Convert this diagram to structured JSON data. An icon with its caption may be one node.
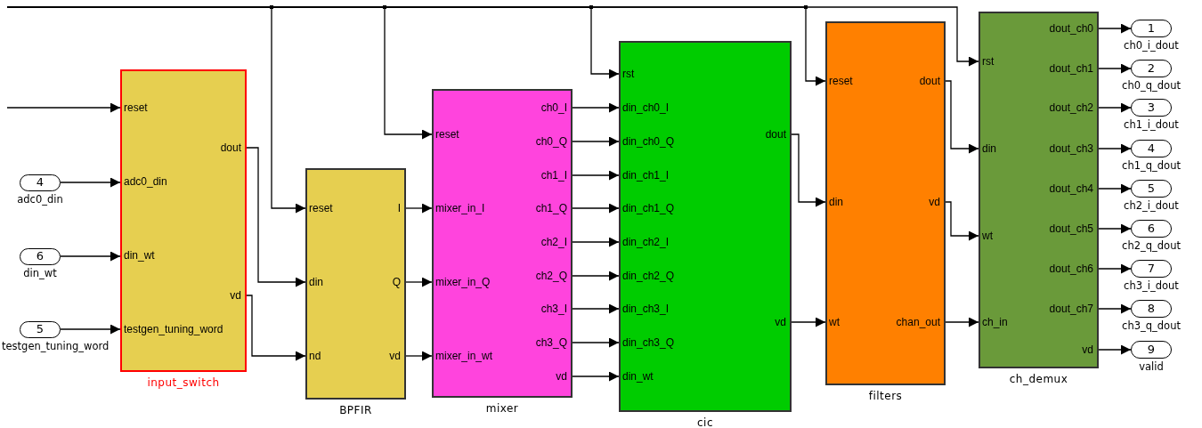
{
  "diagram": {
    "nodes": [
      {
        "text": [
          "4"
        ],
        "beside": [
          "adc0_din"
        ]
      },
      {
        "text": [
          "6"
        ],
        "beside": [
          "din_wt"
        ]
      },
      {
        "text": [
          "5"
        ],
        "beside": [
          "testgen_tuning_word"
        ]
      },
      {
        "text": [
          "reset",
          "adc0_din",
          "din_wt",
          "testgen_tuning_word",
          "dout",
          "vd",
          "input_switch"
        ]
      },
      {
        "text": [
          "reset",
          "din",
          "nd",
          "I",
          "Q",
          "vd",
          "BPFIR"
        ]
      },
      {
        "text": [
          "reset",
          "mixer_in_I",
          "mixer_in_Q",
          "mixer_in_wt",
          "ch0_I",
          "ch0_Q",
          "ch1_I",
          "ch1_Q",
          "ch2_I",
          "ch2_Q",
          "ch3_I",
          "ch3_Q",
          "vd",
          "mixer"
        ]
      },
      {
        "text": [
          "rst",
          "din_ch0_I",
          "din_ch0_Q",
          "din_ch1_I",
          "din_ch1_Q",
          "din_ch2_I",
          "din_ch2_Q",
          "din_ch3_I",
          "din_ch3_Q",
          "din_wt",
          "dout",
          "vd",
          "cic"
        ]
      },
      {
        "text": [
          "reset",
          "din",
          "wt",
          "dout",
          "vd",
          "chan_out",
          "filters"
        ]
      },
      {
        "text": [
          "rst",
          "din",
          "wt",
          "ch_in",
          "dout_ch0",
          "dout_ch1",
          "dout_ch2",
          "dout_ch3",
          "dout_ch4",
          "dout_ch5",
          "dout_ch6",
          "dout_ch7",
          "vd",
          "ch_demux"
        ]
      },
      {
        "text": [
          "1"
        ],
        "beside": [
          "ch0_i_dout"
        ]
      },
      {
        "text": [
          "2"
        ],
        "beside": [
          "ch0_q_dout"
        ]
      },
      {
        "text": [
          "3"
        ],
        "beside": [
          "ch1_i_dout"
        ]
      },
      {
        "text": [
          "4"
        ],
        "beside": [
          "ch1_q_dout"
        ]
      },
      {
        "text": [
          "5"
        ],
        "beside": [
          "ch2_i_dout"
        ]
      },
      {
        "text": [
          "6"
        ],
        "beside": [
          "ch2_q_dout"
        ]
      },
      {
        "text": [
          "7"
        ],
        "beside": [
          "ch3_i_dout"
        ]
      },
      {
        "text": [
          "8"
        ],
        "beside": [
          "ch3_q_dout"
        ]
      },
      {
        "text": [
          "9"
        ],
        "beside": [
          "valid"
        ]
      }
    ],
    "edges": [
      {
        "from": null,
        "to": 3,
        "arrow": "to"
      },
      {
        "from": 0,
        "to": 3,
        "arrow": "to"
      },
      {
        "from": 1,
        "to": 3,
        "arrow": "to"
      },
      {
        "from": 2,
        "to": 3,
        "arrow": "to"
      },
      {
        "from": 3,
        "to": 4,
        "arrow": "to"
      },
      {
        "from": 3,
        "to": 4,
        "arrow": "to"
      },
      {
        "from": null,
        "to": 4,
        "arrow": "to"
      },
      {
        "from": null,
        "to": 5,
        "arrow": "to"
      },
      {
        "from": null,
        "to": 6,
        "arrow": "to"
      },
      {
        "from": null,
        "to": 7,
        "arrow": "to"
      },
      {
        "from": null,
        "to": 8,
        "arrow": "to"
      },
      {
        "from": 4,
        "to": 5,
        "arrow": "to"
      },
      {
        "from": 4,
        "to": 5,
        "arrow": "to"
      },
      {
        "from": 4,
        "to": 5,
        "arrow": "to"
      },
      {
        "from": 5,
        "to": 6,
        "arrow": "to"
      },
      {
        "from": 5,
        "to": 6,
        "arrow": "to"
      },
      {
        "from": 5,
        "to": 6,
        "arrow": "to"
      },
      {
        "from": 5,
        "to": 6,
        "arrow": "to"
      },
      {
        "from": 5,
        "to": 6,
        "arrow": "to"
      },
      {
        "from": 5,
        "to": 6,
        "arrow": "to"
      },
      {
        "from": 5,
        "to": 6,
        "arrow": "to"
      },
      {
        "from": 5,
        "to": 6,
        "arrow": "to"
      },
      {
        "from": 5,
        "to": 6,
        "arrow": "to"
      },
      {
        "from": 6,
        "to": 7,
        "arrow": "to"
      },
      {
        "from": 6,
        "to": 7,
        "arrow": "to"
      },
      {
        "from": 7,
        "to": 8,
        "arrow": "to"
      },
      {
        "from": 7,
        "to": 8,
        "arrow": "to"
      },
      {
        "from": 7,
        "to": 8,
        "arrow": "to"
      },
      {
        "from": 8,
        "to": 9,
        "arrow": "to"
      },
      {
        "from": 8,
        "to": 10,
        "arrow": "to"
      },
      {
        "from": 8,
        "to": 11,
        "arrow": "to"
      },
      {
        "from": 8,
        "to": 12,
        "arrow": "to"
      },
      {
        "from": 8,
        "to": 13,
        "arrow": "to"
      },
      {
        "from": 8,
        "to": 14,
        "arrow": "to"
      },
      {
        "from": 8,
        "to": 15,
        "arrow": "to"
      },
      {
        "from": 8,
        "to": 16,
        "arrow": "to"
      },
      {
        "from": 8,
        "to": 17,
        "arrow": "to"
      }
    ]
  }
}
